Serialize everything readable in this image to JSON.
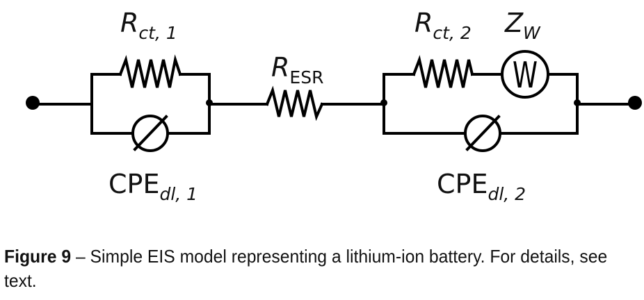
{
  "diagram": {
    "type": "equivalent-circuit",
    "stroke_color": "#000000",
    "labels": {
      "rct1": {
        "symbol": "R",
        "sub": "ct, 1"
      },
      "resr": {
        "symbol": "R",
        "sub": "ESR"
      },
      "rct2": {
        "symbol": "R",
        "sub": "ct, 2"
      },
      "zw": {
        "symbol": "Z",
        "sub": "W"
      },
      "cpe1": {
        "symbol": "CPE",
        "sub": "dl, 1"
      },
      "cpe2": {
        "symbol": "CPE",
        "sub": "dl, 2"
      }
    },
    "warburg_glyph": "W",
    "components": [
      {
        "id": "rct1",
        "kind": "resistor",
        "branch": "parallel-1-top"
      },
      {
        "id": "cpe1",
        "kind": "constant-phase-element",
        "branch": "parallel-1-bottom"
      },
      {
        "id": "resr",
        "kind": "resistor",
        "branch": "series"
      },
      {
        "id": "rct2",
        "kind": "resistor",
        "branch": "parallel-2-top"
      },
      {
        "id": "zw",
        "kind": "warburg-element",
        "branch": "parallel-2-top"
      },
      {
        "id": "cpe2",
        "kind": "constant-phase-element",
        "branch": "parallel-2-bottom"
      }
    ]
  },
  "caption": {
    "label": "Figure 9",
    "dash": " – ",
    "text": "Simple EIS model representing a lithium-ion battery.  For details, see text."
  }
}
